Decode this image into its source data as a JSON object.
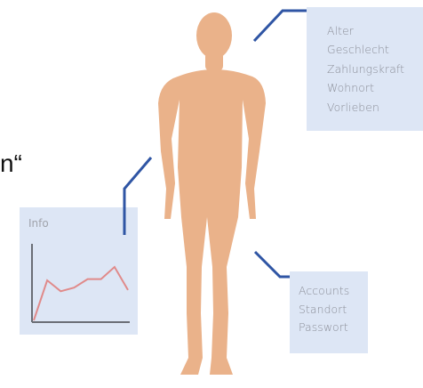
{
  "attributes_box": {
    "items": [
      "Alter",
      "Geschlecht",
      "Zahlungskraft",
      "Wohnort",
      "Vorlieben"
    ]
  },
  "info_box": {
    "label": "Info",
    "sparkline": [
      0,
      33,
      24,
      27,
      34,
      34,
      44,
      25
    ]
  },
  "accounts_box": {
    "items": [
      "Accounts",
      "Standort",
      "Passwort"
    ]
  },
  "quote_fragment": "n“",
  "colors": {
    "body": "#eab28a",
    "connector": "#2f55a4",
    "box_fill": "#dde6f5",
    "sparkline": "#e08a8a"
  }
}
